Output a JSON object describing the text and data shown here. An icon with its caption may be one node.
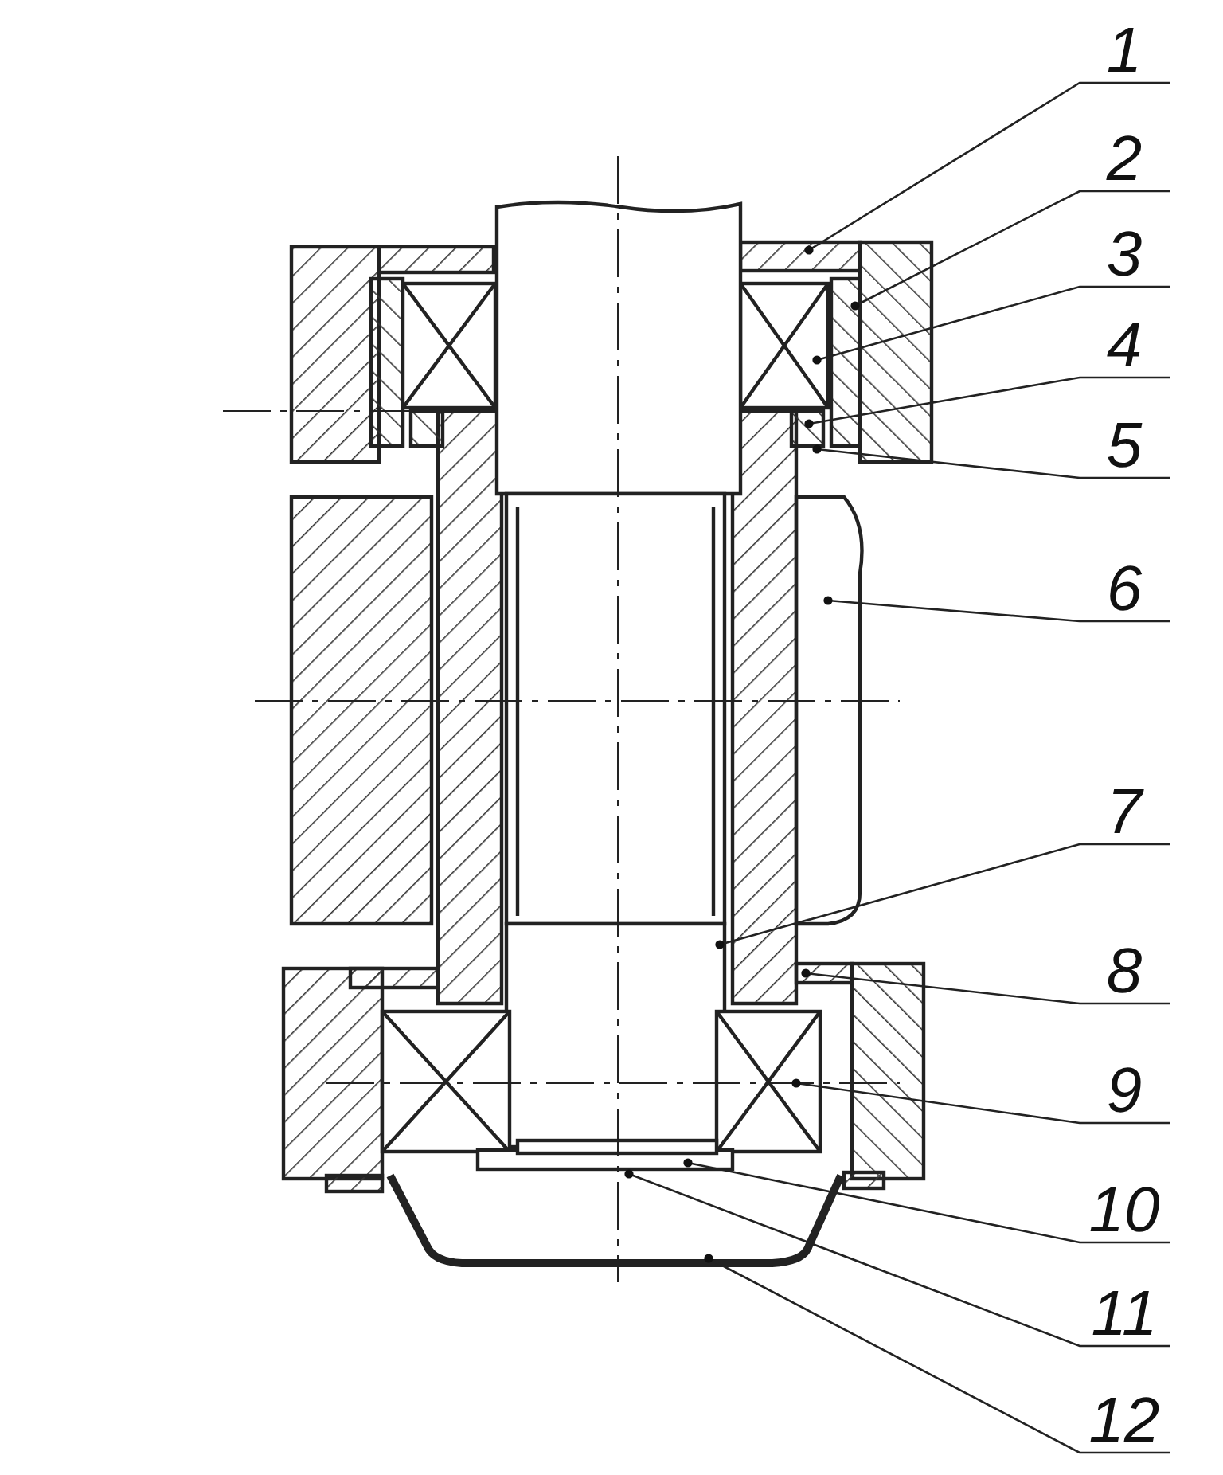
{
  "diagram": {
    "nodes": [
      {
        "text": [
          "1"
        ]
      },
      {
        "text": [
          "2"
        ]
      },
      {
        "text": [
          "3"
        ]
      },
      {
        "text": [
          "4"
        ]
      },
      {
        "text": [
          "5"
        ]
      },
      {
        "text": [
          "6"
        ]
      },
      {
        "text": [
          "7"
        ]
      },
      {
        "text": [
          "8"
        ]
      },
      {
        "text": [
          "9"
        ]
      },
      {
        "text": [
          "10"
        ]
      },
      {
        "text": [
          "11"
        ]
      },
      {
        "text": [
          "12"
        ]
      }
    ],
    "edges": [
      {
        "from": 0,
        "to": null,
        "arrow": "other"
      },
      {
        "from": 1,
        "to": null,
        "arrow": "other"
      },
      {
        "from": 2,
        "to": null,
        "arrow": "other"
      },
      {
        "from": 3,
        "to": null,
        "arrow": "other"
      },
      {
        "from": 4,
        "to": null,
        "arrow": "other"
      },
      {
        "from": 5,
        "to": null,
        "arrow": "other"
      },
      {
        "from": 6,
        "to": null,
        "arrow": "other"
      },
      {
        "from": 7,
        "to": null,
        "arrow": "other"
      },
      {
        "from": 8,
        "to": null,
        "arrow": "other"
      },
      {
        "from": 9,
        "to": null,
        "arrow": "other"
      },
      {
        "from": 10,
        "to": null,
        "arrow": "other"
      },
      {
        "from": 11,
        "to": null,
        "arrow": "other"
      }
    ]
  }
}
